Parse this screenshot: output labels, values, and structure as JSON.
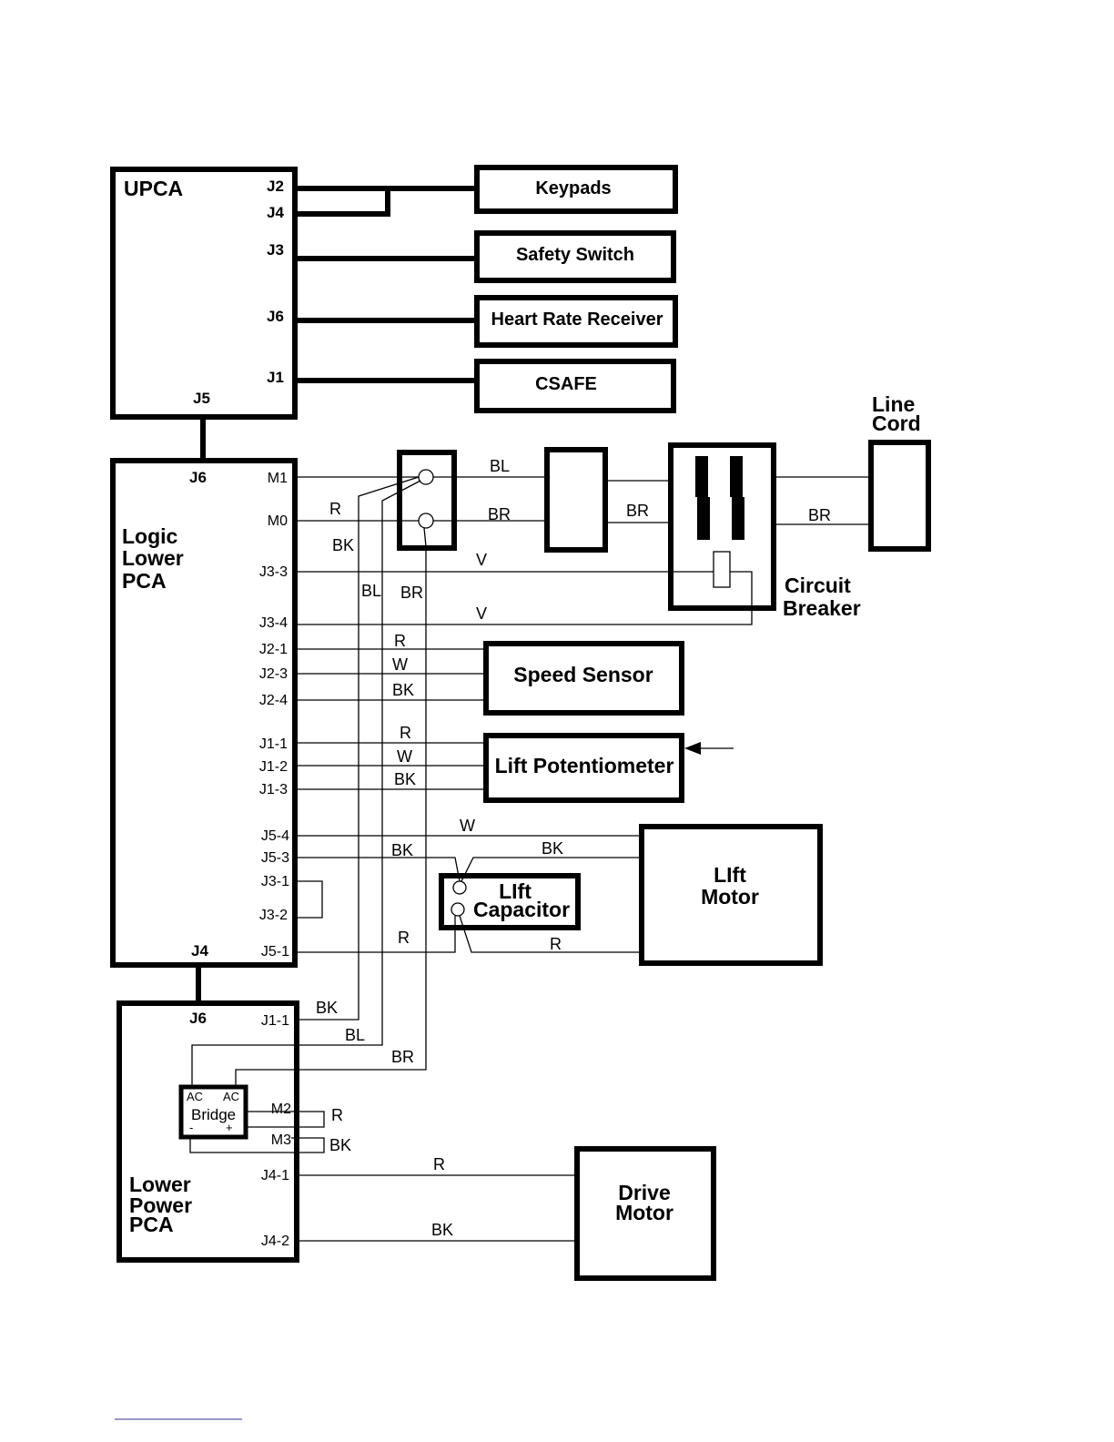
{
  "upca": {
    "title": "UPCA",
    "pins": {
      "j2": "J2",
      "j4": "J4",
      "j3": "J3",
      "j6": "J6",
      "j1": "J1",
      "j5": "J5"
    }
  },
  "peripherals": {
    "keypads": "Keypads",
    "safety_switch": "Safety Switch",
    "heart_rate_receiver": "Heart Rate Receiver",
    "csafe": "CSAFE"
  },
  "logic_lower_pca": {
    "title_lines": [
      "Logic",
      "Lower",
      "PCA"
    ],
    "pins": {
      "j6": "J6",
      "j4": "J4",
      "m1": "M1",
      "m0": "M0",
      "j3_3": "J3-3",
      "j3_4": "J3-4",
      "j2_1": "J2-1",
      "j2_3": "J2-3",
      "j2_4": "J2-4",
      "j1_1": "J1-1",
      "j1_2": "J1-2",
      "j1_3": "J1-3",
      "j5_4": "J5-4",
      "j5_3": "J5-3",
      "j3_1": "J3-1",
      "j3_2": "J3-2",
      "j5_1": "J5-1"
    }
  },
  "line_cord": {
    "title_lines": [
      "Line",
      "Cord"
    ]
  },
  "circuit_breaker": {
    "title_lines": [
      "Circuit",
      "Breaker"
    ]
  },
  "speed_sensor": {
    "title": "Speed Sensor"
  },
  "lift_potentiometer": {
    "title": "Lift Potentiometer"
  },
  "lift_capacitor": {
    "title_lines": [
      "LIft",
      "Capacitor"
    ]
  },
  "lift_motor": {
    "title_lines": [
      "LIft",
      "Motor"
    ]
  },
  "lower_power_pca": {
    "title_lines": [
      "Lower",
      "Power",
      "PCA"
    ],
    "pins": {
      "j6": "J6",
      "j1_1": "J1-1",
      "m2": "M2",
      "m3": "M3",
      "j4_1": "J4-1",
      "j4_2": "J4-2"
    },
    "bridge": {
      "title": "Bridge",
      "ac_left": "AC",
      "ac_right": "AC",
      "minus": "-",
      "plus": "+"
    }
  },
  "drive_motor": {
    "title_lines": [
      "Drive",
      "Motor"
    ]
  },
  "wire_labels": {
    "bl_top": "BL",
    "br_top": "BR",
    "br_mid": "BR",
    "br_cord": "BR",
    "r_m0": "R",
    "bk_m0": "BK",
    "bl_vert": "BL",
    "br_vert": "BR",
    "v_j33": "V",
    "v_j34": "V",
    "r_speed": "R",
    "w_speed": "W",
    "bk_speed": "BK",
    "r_pot": "R",
    "w_pot": "W",
    "bk_pot": "BK",
    "w_j54": "W",
    "bk_j53": "BK",
    "bk_motor": "BK",
    "r_j51": "R",
    "r_motor": "R",
    "bk_lp": "BK",
    "bl_lp": "BL",
    "br_lp": "BR",
    "r_m2": "R",
    "bk_m3": "BK",
    "r_drive": "R",
    "bk_drive": "BK"
  }
}
